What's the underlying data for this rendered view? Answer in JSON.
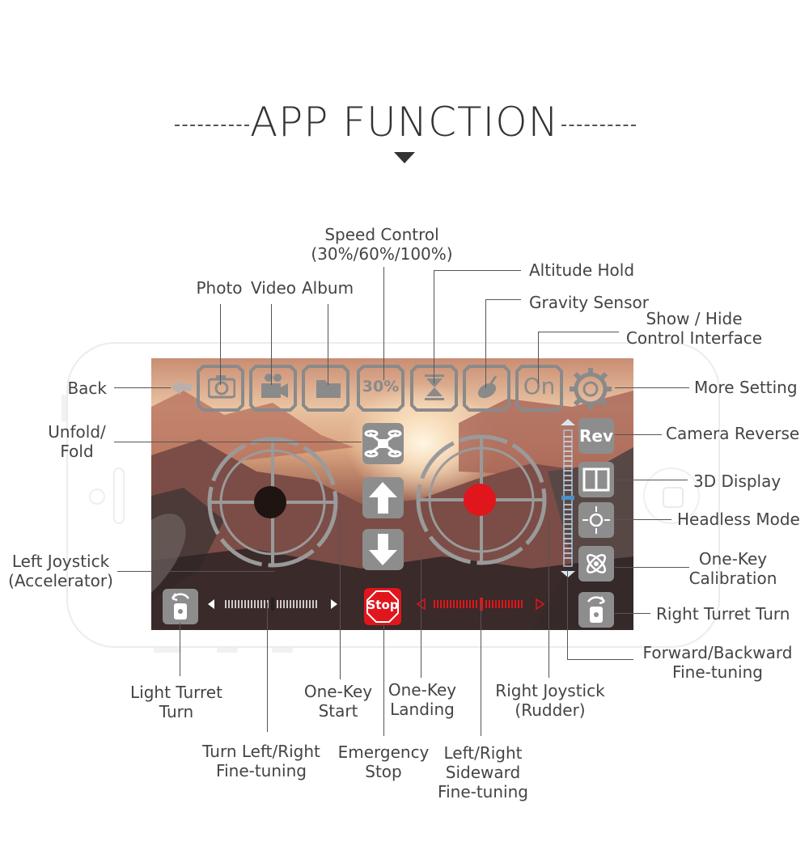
{
  "title": "APP FUNCTION",
  "screen": {
    "speed_value": "30%",
    "on_label": "On",
    "rev_label": "Rev",
    "stop_label": "Stop"
  },
  "labels": {
    "speed_control": "Speed Control",
    "speed_control_sub": "(30%/60%/100%)",
    "altitude_hold": "Altitude Hold",
    "photo": "Photo",
    "video": "Video",
    "album": "Album",
    "gravity_sensor": "Gravity Sensor",
    "show_hide_1": "Show / Hide",
    "show_hide_2": "Control Interface",
    "back": "Back",
    "more_setting": "More Setting",
    "unfold_1": "Unfold/",
    "unfold_2": "Fold",
    "camera_reverse": "Camera Reverse",
    "display_3d": "3D Display",
    "headless_mode": "Headless Mode",
    "left_joystick_1": "Left Joystick",
    "left_joystick_2": "(Accelerator)",
    "calibration_1": "One-Key",
    "calibration_2": "Calibration",
    "right_turret_turn": "Right Turret Turn",
    "fb_fine_1": "Forward/Backward",
    "fb_fine_2": "Fine-tuning",
    "light_turret_1": "Light Turret",
    "light_turret_2": "Turn",
    "one_key_start_1": "One-Key",
    "one_key_start_2": "Start",
    "one_key_landing_1": "One-Key",
    "one_key_landing_2": "Landing",
    "right_joystick_1": "Right Joystick",
    "right_joystick_2": "(Rudder)",
    "turn_fine_1": "Turn Left/Right",
    "turn_fine_2": "Fine-tuning",
    "emergency_1": "Emergency",
    "emergency_2": "Stop",
    "side_fine_1": "Left/Right",
    "side_fine_2": "Sideward",
    "side_fine_3": "Fine-tuning"
  },
  "icons": [
    "back-arrow-icon",
    "camera-icon",
    "video-camera-icon",
    "folder-icon",
    "altitude-hold-icon",
    "gravity-sensor-icon",
    "gear-icon",
    "unfold-drone-icon",
    "arrow-up-icon",
    "arrow-down-icon",
    "stop-icon",
    "3d-display-icon",
    "headless-mode-icon",
    "calibration-icon",
    "turret-turn-icon"
  ],
  "colors": {
    "accent_red": "#e0161c",
    "icon_gray": "#8a8a8a"
  }
}
